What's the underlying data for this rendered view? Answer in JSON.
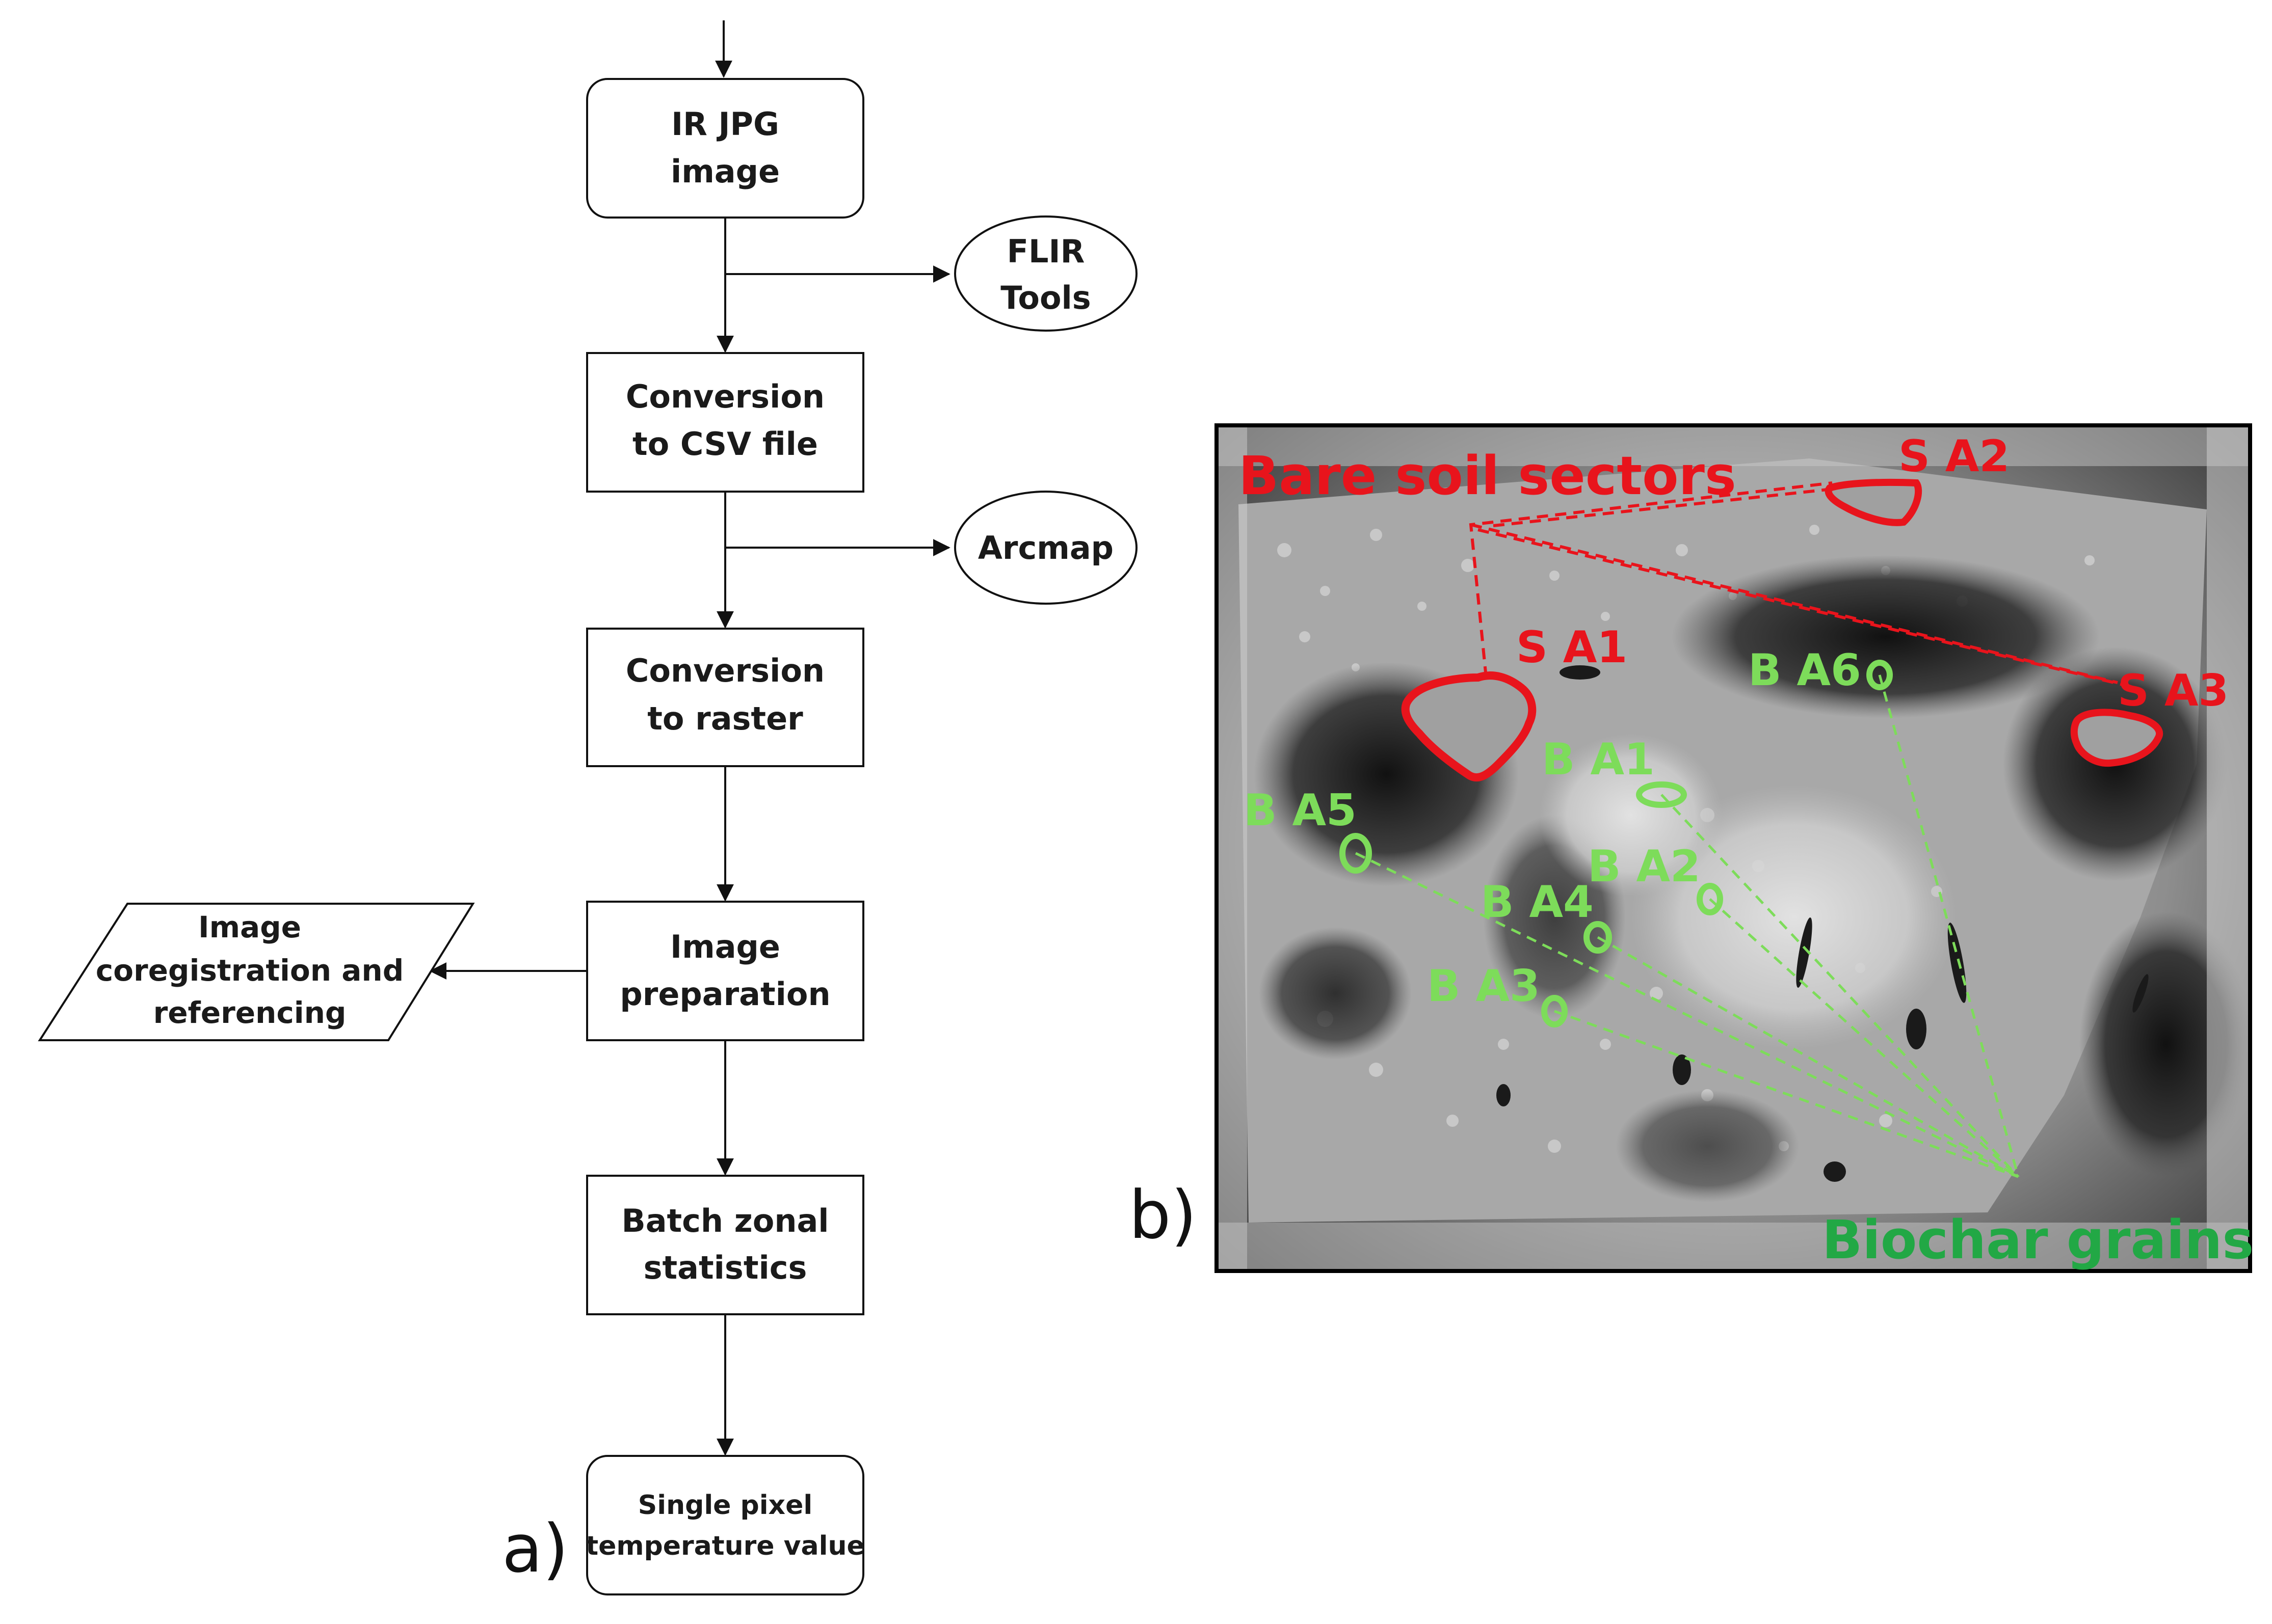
{
  "panel_a": {
    "label": "a)",
    "nodes": {
      "ir_jpg": [
        "IR JPG",
        "image"
      ],
      "flir": [
        "FLIR",
        "Tools"
      ],
      "csv": [
        "Conversion",
        "to CSV file"
      ],
      "arcmap": [
        "Arcmap"
      ],
      "raster": [
        "Conversion",
        "to raster"
      ],
      "coreg": [
        "Image",
        "coregistration and",
        "referencing"
      ],
      "prep": [
        "Image",
        "preparation"
      ],
      "batch": [
        "Batch zonal",
        "statistics"
      ],
      "single": [
        "Single pixel",
        "temperature value"
      ]
    }
  },
  "panel_b": {
    "label": "b)",
    "title_bare_soil": "Bare soil sectors",
    "title_biochar": "Biochar grains",
    "soil_labels": {
      "sa1": "S A1",
      "sa2": "S A2",
      "sa3": "S A3"
    },
    "biochar_labels": {
      "ba1": "B A1",
      "ba2": "B A2",
      "ba3": "B A3",
      "ba4": "B A4",
      "ba5": "B A5",
      "ba6": "B A6"
    },
    "colors": {
      "soil": "#e8141c",
      "biochar": "#7ddc5a",
      "biochar_title": "#22a845"
    }
  }
}
